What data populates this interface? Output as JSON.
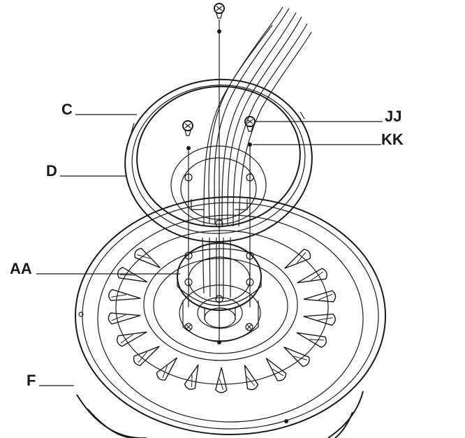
{
  "labels": {
    "c": "C",
    "d": "D",
    "aa": "AA",
    "f": "F",
    "jj": "JJ",
    "kk": "KK"
  },
  "colors": {
    "ink": "#1a1a1a",
    "paper": "#ffffff"
  },
  "icons": {
    "screw": "screw-icon",
    "lock_washer": "lock-washer-icon"
  }
}
